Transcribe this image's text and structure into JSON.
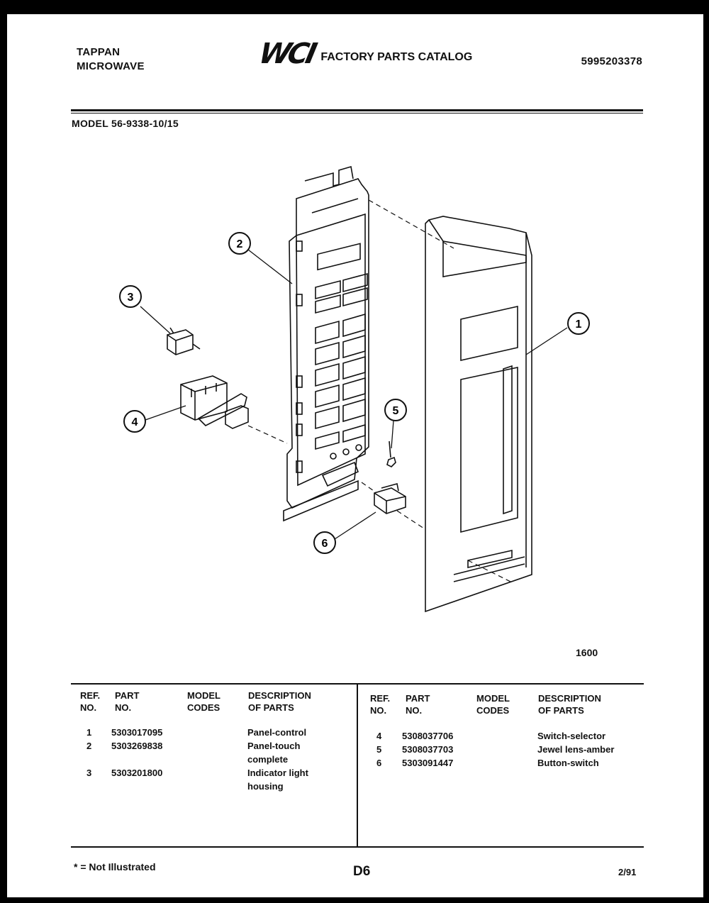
{
  "header": {
    "brand_line1": "TAPPAN",
    "brand_line2": "MICROWAVE",
    "logo_mark": "WCI",
    "catalog_title": "FACTORY PARTS CATALOG",
    "catalog_number": "5995203378",
    "model": "MODEL 56-9338-10/15"
  },
  "diagram": {
    "callouts": [
      "1",
      "2",
      "3",
      "4",
      "5",
      "6"
    ],
    "figure_number": "1600"
  },
  "table": {
    "columns": {
      "ref": [
        "REF.",
        "NO."
      ],
      "part": [
        "PART",
        "NO."
      ],
      "model": [
        "MODEL",
        "CODES"
      ],
      "desc": [
        "DESCRIPTION",
        "OF PARTS"
      ]
    },
    "left_rows": [
      {
        "ref": "1",
        "part": "5303017095",
        "model": "",
        "desc": [
          "Panel-control"
        ]
      },
      {
        "ref": "2",
        "part": "5303269838",
        "model": "",
        "desc": [
          "Panel-touch",
          "complete"
        ]
      },
      {
        "ref": "3",
        "part": "5303201800",
        "model": "",
        "desc": [
          "Indicator light",
          "housing"
        ]
      }
    ],
    "right_rows": [
      {
        "ref": "4",
        "part": "5308037706",
        "model": "",
        "desc": [
          "Switch-selector"
        ]
      },
      {
        "ref": "5",
        "part": "5308037703",
        "model": "",
        "desc": [
          "Jewel lens-amber"
        ]
      },
      {
        "ref": "6",
        "part": "5303091447",
        "model": "",
        "desc": [
          "Button-switch"
        ]
      }
    ]
  },
  "footer": {
    "note": "* = Not Illustrated",
    "page": "D6",
    "date": "2/91"
  }
}
